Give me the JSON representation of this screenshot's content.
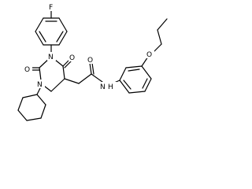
{
  "molecule": {
    "atoms": {
      "F": "F",
      "N1": "N",
      "N3": "N",
      "O2": "O",
      "O4": "O",
      "O_amide": "O",
      "NH": "N",
      "H": "H",
      "O_ether": "O"
    }
  }
}
